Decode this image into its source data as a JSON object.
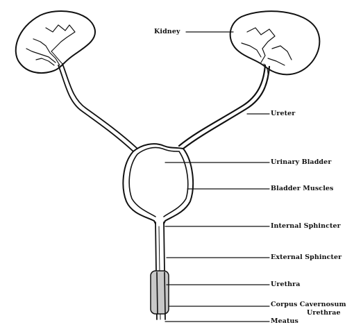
{
  "diagram": {
    "labels": {
      "kidney": "Kidney",
      "ureter": "Ureter",
      "urinary_bladder": "Urinary Bladder",
      "bladder_muscles": "Bladder Muscles",
      "internal_sphincter": "Internal Sphincter",
      "external_sphincter": "External Sphincter",
      "urethra": "Urethra",
      "corpus_cavernosum_line1": "Corpus Cavernosum",
      "corpus_cavernosum_line2": "Urethrae",
      "meatus": "Meatus"
    }
  }
}
